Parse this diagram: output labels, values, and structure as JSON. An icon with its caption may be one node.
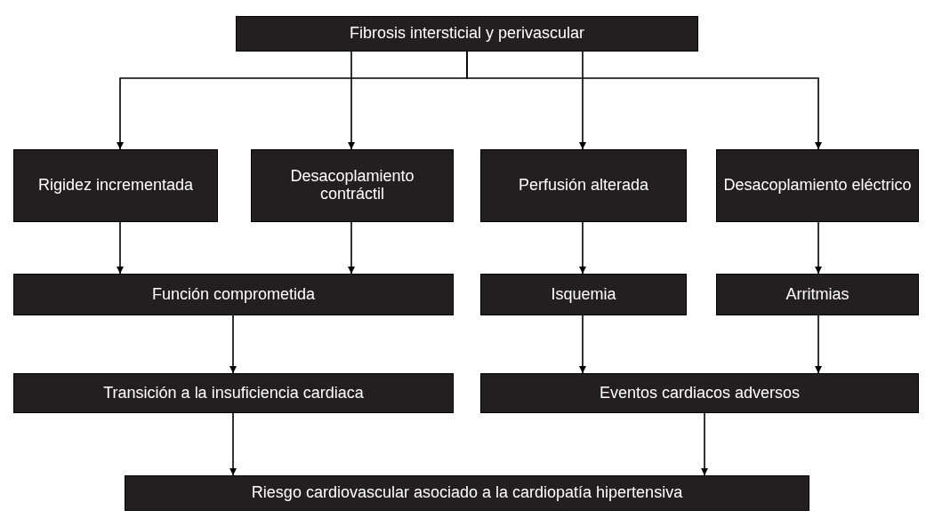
{
  "diagram": {
    "nodes": [
      {
        "text": [
          "Fibrosis intersticial y perivascular"
        ]
      },
      {
        "text": [
          "Rigidez incrementada"
        ]
      },
      {
        "text": [
          "Desacoplamiento contráctil"
        ]
      },
      {
        "text": [
          "Perfusión alterada"
        ]
      },
      {
        "text": [
          "Desacoplamiento eléctrico"
        ]
      },
      {
        "text": [
          "Función comprometida"
        ]
      },
      {
        "text": [
          "Isquemia"
        ]
      },
      {
        "text": [
          "Arritmias"
        ]
      },
      {
        "text": [
          "Transición a la insuficiencia cardiaca"
        ]
      },
      {
        "text": [
          "Eventos cardiacos adversos"
        ]
      },
      {
        "text": [
          "Riesgo cardiovascular asociado a la cardiopatía hipertensiva"
        ]
      }
    ],
    "edges": [
      {
        "from": 0,
        "to": 1,
        "arrow": "to"
      },
      {
        "from": 0,
        "to": 2,
        "arrow": "to"
      },
      {
        "from": 0,
        "to": 3,
        "arrow": "to"
      },
      {
        "from": 0,
        "to": 4,
        "arrow": "to"
      },
      {
        "from": 1,
        "to": 5,
        "arrow": "to"
      },
      {
        "from": 2,
        "to": 5,
        "arrow": "to"
      },
      {
        "from": 3,
        "to": 6,
        "arrow": "to"
      },
      {
        "from": 4,
        "to": 7,
        "arrow": "to"
      },
      {
        "from": 5,
        "to": 8,
        "arrow": "to"
      },
      {
        "from": 6,
        "to": 9,
        "arrow": "to"
      },
      {
        "from": 7,
        "to": 9,
        "arrow": "to"
      },
      {
        "from": 8,
        "to": 10,
        "arrow": "to"
      },
      {
        "from": 9,
        "to": 10,
        "arrow": "to"
      }
    ]
  }
}
